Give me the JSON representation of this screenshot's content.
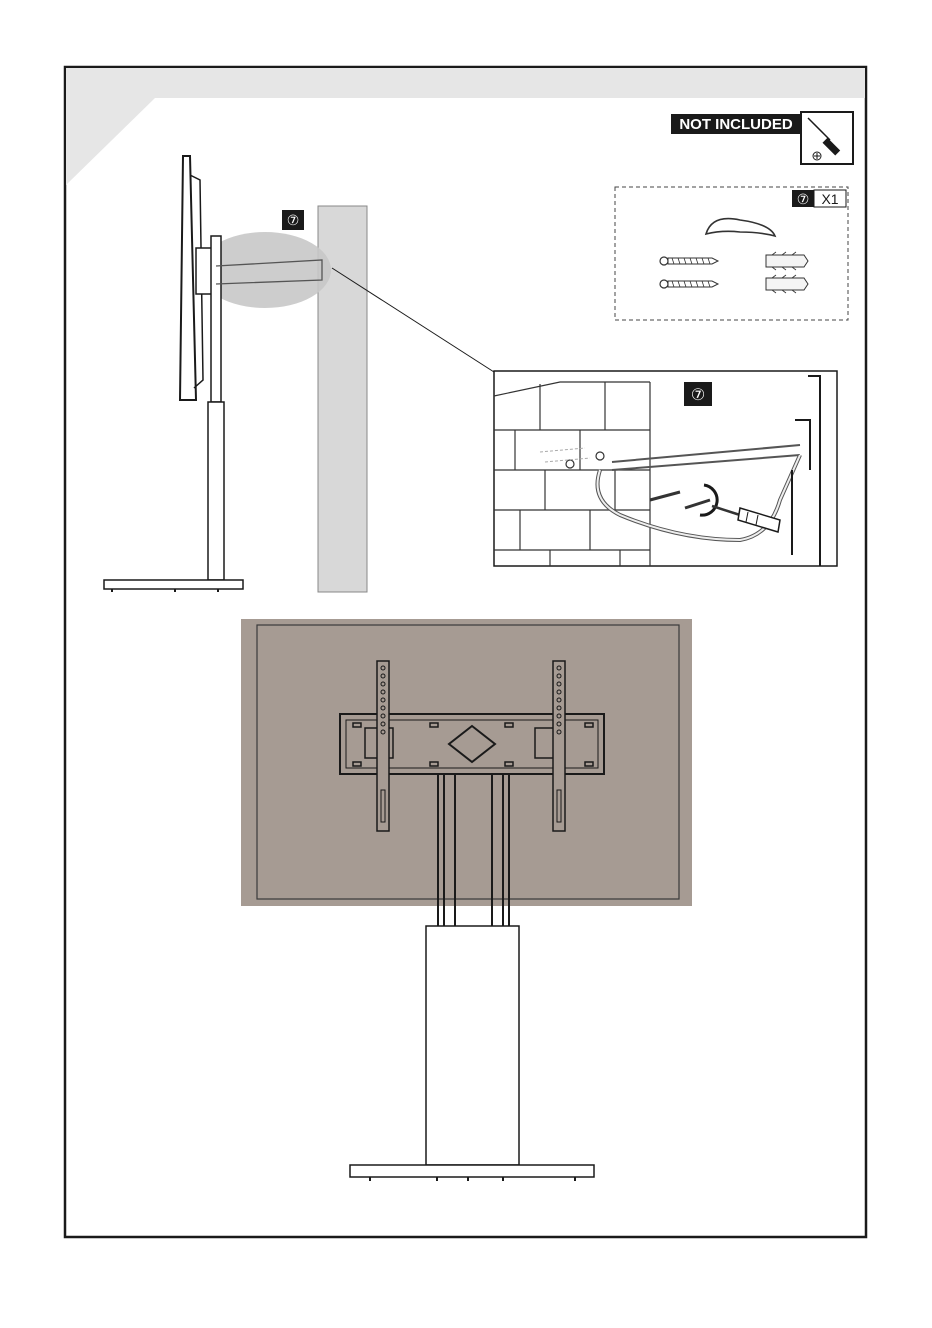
{
  "page": {
    "not_included_label": "NOT INCLUDED",
    "step_number": "⑦",
    "quantity_label": "X1"
  },
  "icons": {
    "tool": "screwdriver-icon",
    "parts": [
      "strap-icon",
      "screw-icon",
      "wall-anchor-icon"
    ],
    "rotation": "rotate-arrow-icon"
  },
  "colors": {
    "wall_fill": "#d8d8d8",
    "highlight_ellipse": "#c8c8c8",
    "tv_back_fill": "#a69b93",
    "frame_border": "#1a1a1a",
    "header_band": "#e6e6e6"
  }
}
